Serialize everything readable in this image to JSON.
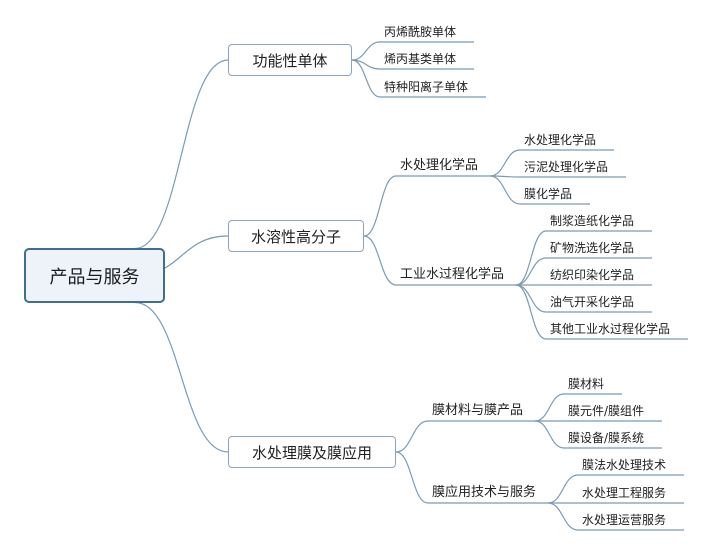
{
  "mindmap": {
    "root": "产品与服务",
    "branches": [
      {
        "label": "功能性单体",
        "leaves": [
          "丙烯酰胺单体",
          "烯丙基类单体",
          "特种阳离子单体"
        ]
      },
      {
        "label": "水溶性高分子",
        "subs": [
          {
            "label": "水处理化学品",
            "leaves": [
              "水处理化学品",
              "污泥处理化学品",
              "膜化学品"
            ]
          },
          {
            "label": "工业水过程化学品",
            "leaves": [
              "制浆造纸化学品",
              "矿物洗选化学品",
              "纺织印染化学品",
              "油气开采化学品",
              "其他工业水过程化学品"
            ]
          }
        ]
      },
      {
        "label": "水处理膜及膜应用",
        "subs": [
          {
            "label": "膜材料与膜产品",
            "leaves": [
              "膜材料",
              "膜元件/膜组件",
              "膜设备/膜系统"
            ]
          },
          {
            "label": "膜应用技术与服务",
            "leaves": [
              "膜法水处理技术",
              "水处理工程服务",
              "水处理运营服务"
            ]
          }
        ]
      }
    ]
  },
  "colors": {
    "line": "#7b9bb5",
    "root_border": "#3f6f8f",
    "root_fill": "#eef3fa",
    "node_border": "#8aa3bf"
  }
}
